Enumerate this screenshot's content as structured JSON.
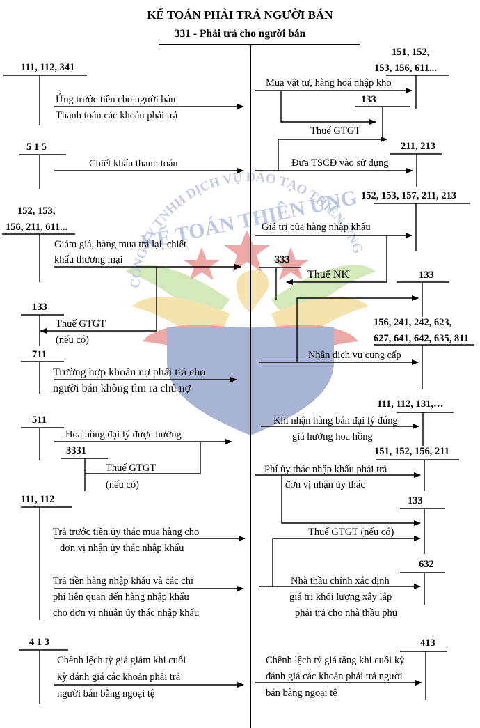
{
  "title": "KẾ TOÁN PHẢI TRẢ NGƯỜI BÁN",
  "subtitle": "331 - Phải trả cho người bán",
  "watermark": {
    "company": "CÔNG TY TNHH DỊCH VỤ ĐÀO TẠO THIÊN ƯNG",
    "brand": "KẾ TOÁN THIÊN ƯNG",
    "colors": {
      "red": "#d9413c",
      "blue": "#3d5a9e",
      "gold": "#e8c24a",
      "green": "#9fcf6c"
    }
  },
  "left": {
    "a1": "111, 112, 341",
    "e1": [
      "Ứng trước tiền cho người bán",
      "Thanh toán các khoản phải trả"
    ],
    "a2": "5 1 5",
    "e2": "Chiết khấu thanh toán",
    "a3": [
      "152, 153,",
      "156, 211, 611..."
    ],
    "e3": [
      "Giảm giá, hàng mua trả lại, chiết",
      "khấu thương mại"
    ],
    "a4": "133",
    "e4": [
      "Thuế GTGT",
      "(nếu có)"
    ],
    "a5": "711",
    "e5": [
      "Trường hợp khoản nợ phải trả cho",
      "người bán không tìm ra chủ nợ"
    ],
    "a6": "511",
    "e6": "Hoa hồng đại lý được hưởng",
    "a7": "3331",
    "e7": [
      "Thuế GTGT",
      "(nếu có)"
    ],
    "a8": "111, 112",
    "e8": [
      "Trả trước tiền ủy thác mua hàng cho",
      "đơn vị nhận ủy thác nhập khẩu"
    ],
    "e9": [
      "Trả tiền hàng nhập khẩu và các chi",
      "phí liên quan đến hàng nhập khẩu",
      "cho đơn vị nhuận ủy thác nhập khẩu"
    ],
    "a10": "4 1 3",
    "e10": [
      "Chênh lệch tỷ giá giảm khi cuối",
      "kỳ đánh giá các khoản phải trả",
      "người bán bằng ngoại tệ"
    ]
  },
  "right": {
    "a1": [
      "151, 152,",
      "153, 156, 611..."
    ],
    "e1": "Mua vật tư, hàng hoá nhập kho",
    "a2": "133",
    "e2": "Thuế GTGT",
    "a3": "211, 213",
    "e3": "Đưa TSCĐ vào sử dụng",
    "a4": "152, 153, 157, 211, 213",
    "e4": "Giá trị của hàng nhập khẩu",
    "a5": "333",
    "e5": "Thuế NK",
    "a6": "133",
    "a7": [
      "156, 241, 242, 623,",
      "627, 641, 642, 635, 811"
    ],
    "e7": "Nhận dịch vụ  cung cấp",
    "a8": "111, 112, 131,…",
    "e8": [
      "Khi nhận hàng bán đại lý đúng",
      "giá hưởng hoa hồng"
    ],
    "a9": "151, 152, 156, 211",
    "e9": [
      "Phí ủy thác nhập khẩu phải trả",
      "đơn vị nhận ủy thác"
    ],
    "a10": "133",
    "e10": "Thuế GTGT (nếu có)",
    "a11": "632",
    "e11": [
      "Nhà thầu chính xác định",
      "giá trị khối lượng xây lắp",
      "phải trả cho nhà thầu phụ"
    ],
    "a12": "413",
    "e12": [
      "Chênh lệch tỷ giá tăng khi cuối kỳ",
      "đánh giá các khoản phải trả người",
      "bán bằng ngoại tệ"
    ]
  }
}
